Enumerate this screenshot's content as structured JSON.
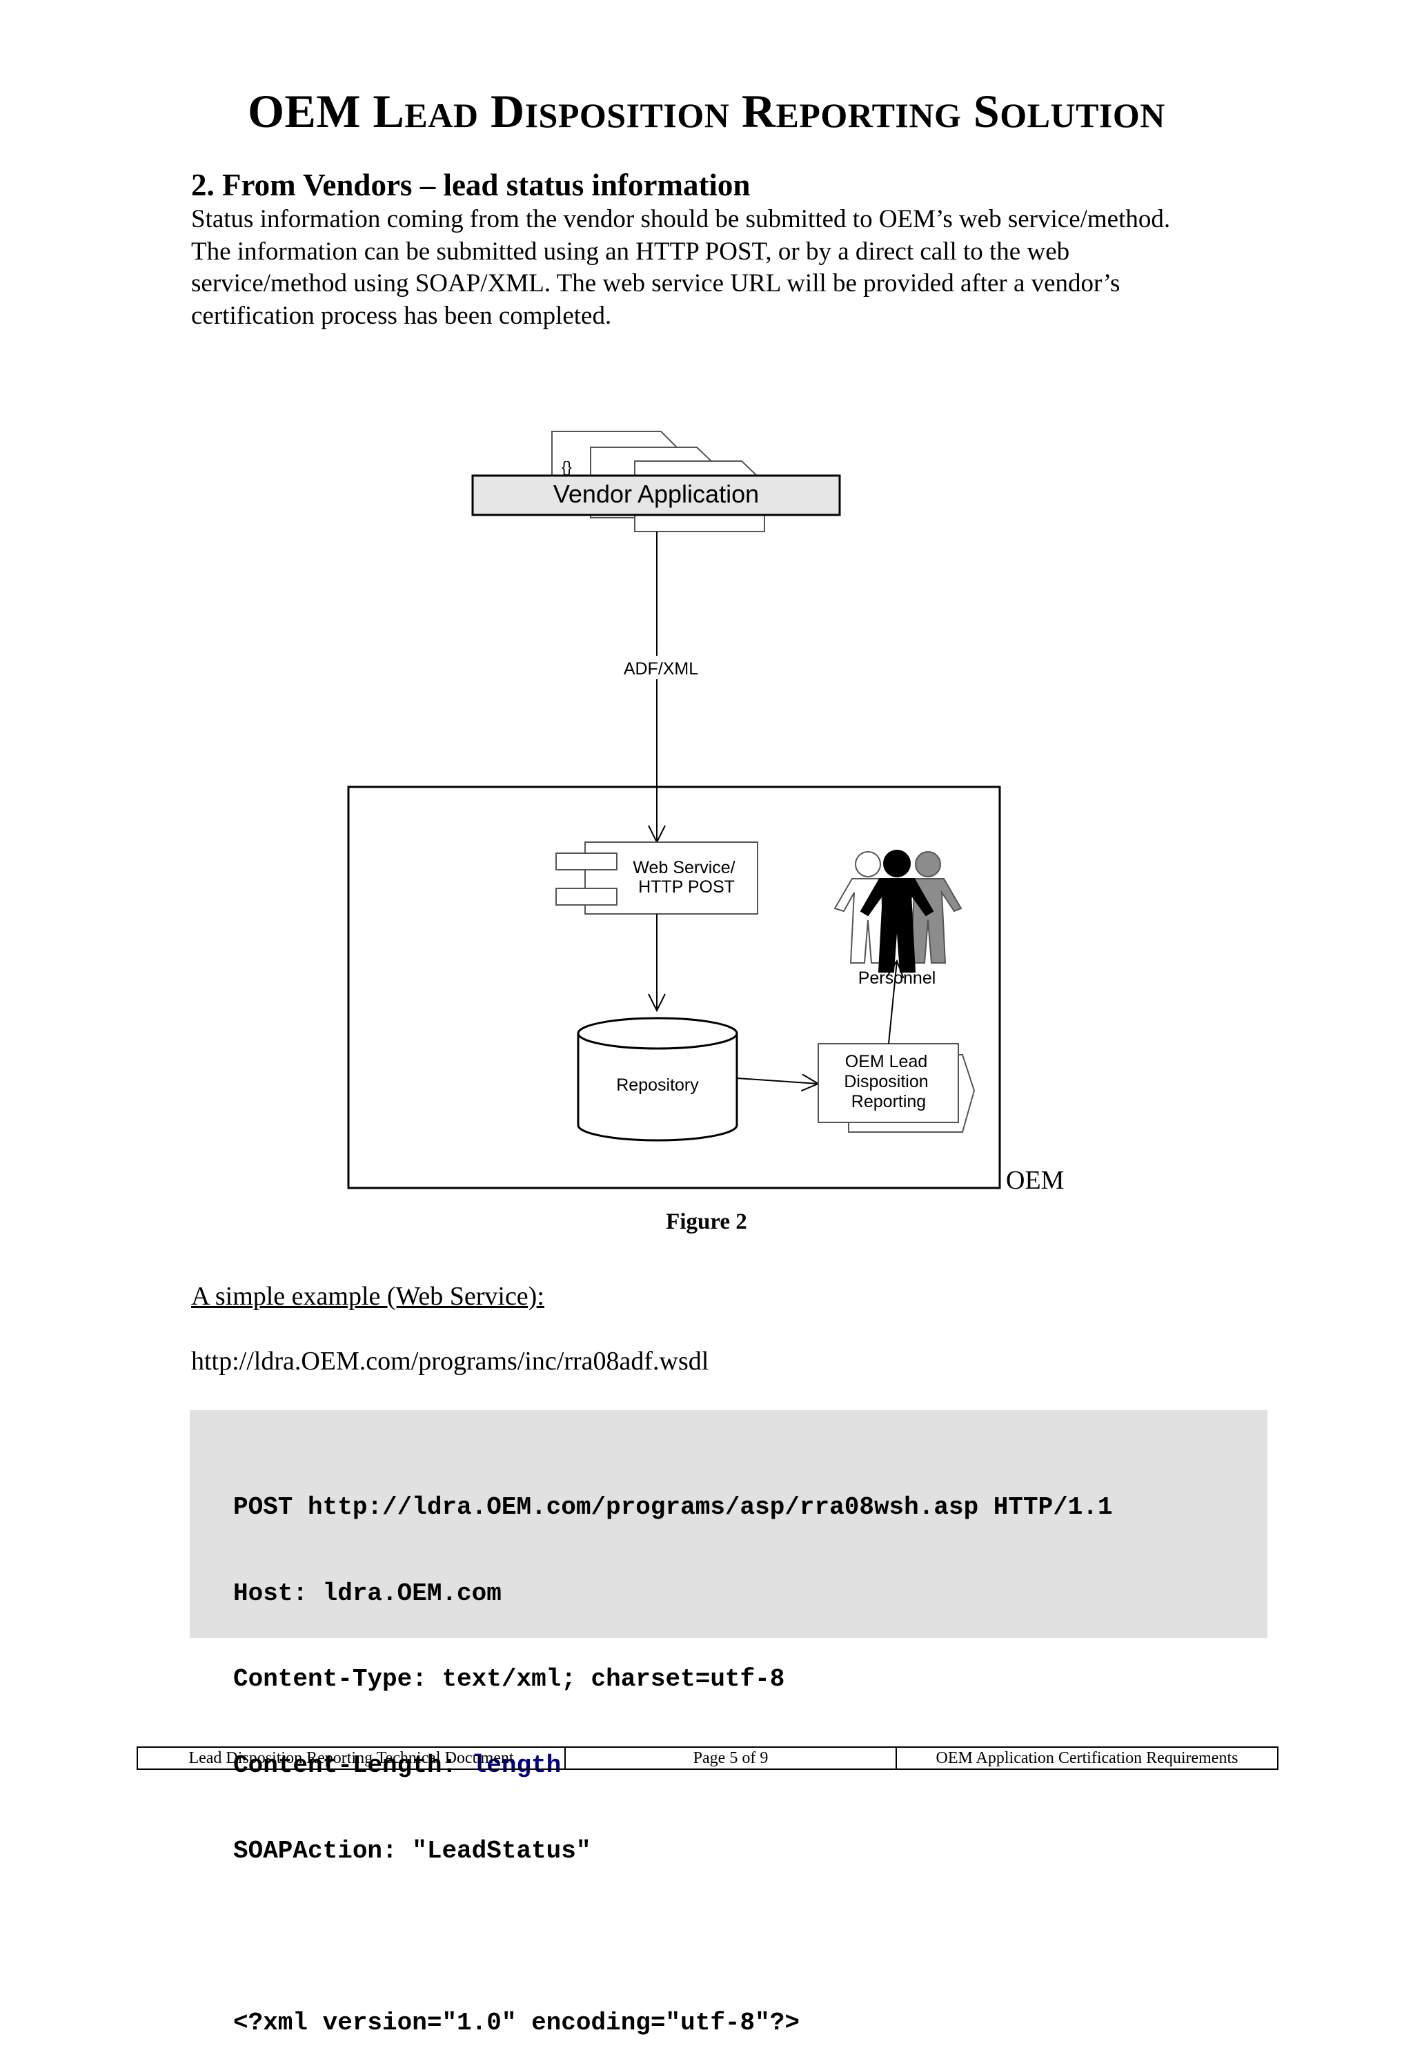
{
  "document": {
    "title": {
      "word1": "OEM",
      "word2_initial": "L",
      "word2_rest": "EAD",
      "word3_initial": "D",
      "word3_rest": "ISPOSITION",
      "word4_initial": "R",
      "word4_rest": "EPORTING",
      "word5_initial": "S",
      "word5_rest": "OLUTION"
    },
    "section": {
      "heading": "2.  From Vendors – lead status information",
      "body": "Status information coming from the vendor should be submitted to OEM’s web service/method.\nThe information can be submitted using an HTTP POST, or by a direct call to the web\nservice/method using SOAP/XML.  The web service URL will be provided after a vendor’s\ncertification process has been completed."
    }
  },
  "figure": {
    "vendor_app_label": "Vendor Application",
    "doc_icon_glyph": "{}",
    "connector_label": "ADF/XML",
    "web_service_label_1": "Web Service/",
    "web_service_label_2": "HTTP POST",
    "personnel_label": "Personnel",
    "repository_label": "Repository",
    "reporting_label_1": "OEM Lead",
    "reporting_label_2": "Disposition",
    "reporting_label_3": "Reporting",
    "boundary_label": "OEM",
    "caption": "Figure 2",
    "colors": {
      "box_fill": "#e6e6e6",
      "person_black": "#000000",
      "person_gray": "#8c8c8c"
    }
  },
  "example": {
    "heading": "A simple example (Web Service):",
    "wsdl_url": "http://ldra.OEM.com/programs/inc/rra08adf.wsdl"
  },
  "code": {
    "line1": "POST http://ldra.OEM.com/programs/asp/rra08wsh.asp HTTP/1.1",
    "line2": "Host: ldra.OEM.com",
    "line3": "Content-Type: text/xml; charset=utf-8",
    "line4_key": "Content-Length: ",
    "line4_value": "length",
    "line5": "SOAPAction: \"LeadStatus\"",
    "line7": "<?xml version=\"1.0\" encoding=\"utf-8\"?>",
    "colors": {
      "background": "#e1e1e1",
      "highlight": "#00008b"
    }
  },
  "footer": {
    "left": "Lead Disposition Reporting Technical Document",
    "center": "Page 5 of 9",
    "right": "OEM Application Certification Requirements"
  }
}
